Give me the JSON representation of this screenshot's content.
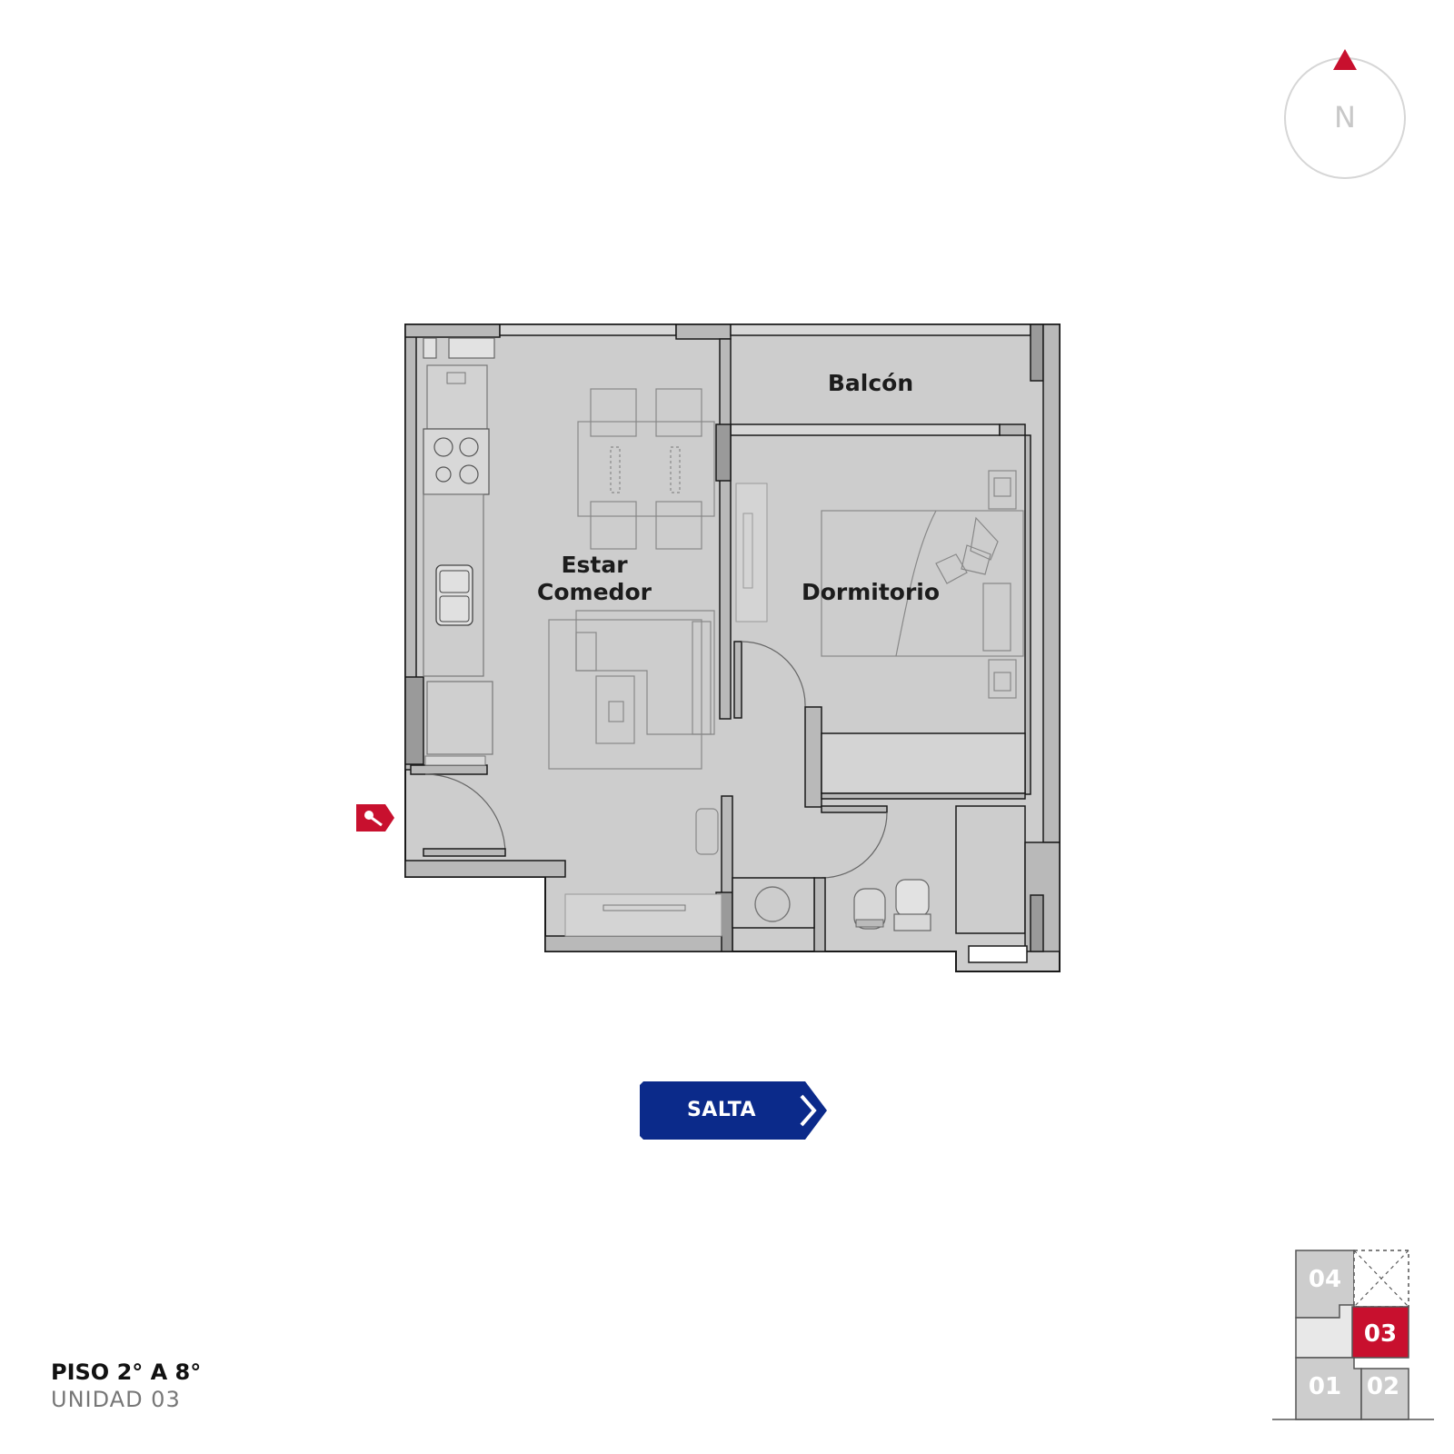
{
  "rooms": {
    "balcon": "Balcón",
    "estar_line1": "Estar",
    "estar_line2": "Comedor",
    "dormitorio": "Dormitorio"
  },
  "compass": {
    "letter": "N"
  },
  "street_button": {
    "label": "SALTA"
  },
  "floor_info": {
    "title": "PISO 2° A 8°",
    "unit": "UNIDAD 03"
  },
  "keyplan": {
    "units": [
      {
        "id": "04",
        "selected": false
      },
      {
        "id": "03",
        "selected": true
      },
      {
        "id": "01",
        "selected": false
      },
      {
        "id": "02",
        "selected": false
      }
    ]
  },
  "icons": [
    "compass-arrow-icon",
    "entrance-key-icon",
    "chevron-right-icon"
  ],
  "colors": {
    "accent_red": "#c8102e",
    "button_blue": "#0b2a8a",
    "floor_gray": "#cfcfcf",
    "wall_stroke": "#1a1a1a",
    "key_gray": "#cdcdcd"
  }
}
